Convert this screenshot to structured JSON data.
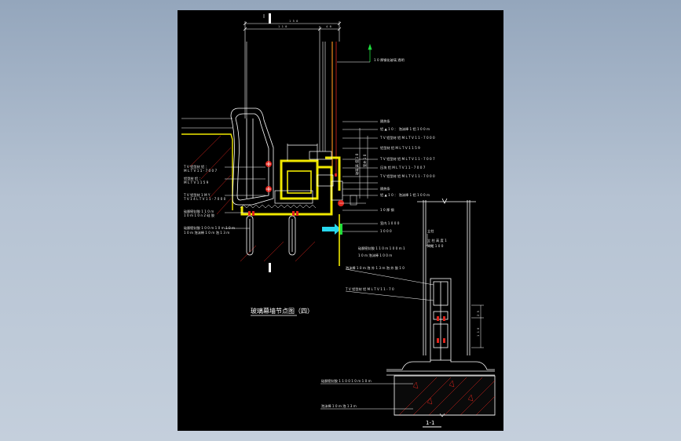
{
  "drawing": {
    "title": "玻璃幕墙节点图（四）",
    "section_label": "1-1",
    "colors": {
      "background": "#000000",
      "line_white": "#ffffff",
      "line_yellow": "#f0e800",
      "line_red": "#e0241c",
      "line_green": "#1edc3c",
      "line_cyan": "#28d8ee",
      "line_orange": "#f08a1c",
      "line_gray": "#9a9a9a"
    },
    "dims": {
      "top_overall": "1 5 0",
      "top_left": "1 1 0",
      "top_right": "4 0",
      "right_a": "2 5",
      "right_b": "1 1 0"
    },
    "labels_left": [
      "T V 铝型材 铝 ：",
      "M L T V 1 1 - 7 0 0 7",
      "铝型材 铝 ：",
      "M L T V 1 1 5 9",
      "T V 铝型材 1 M Y",
      "T V 1 4 L T V 1 1 - 7 0 0 0",
      "硅酮密封胶 1 1 0 m",
      "1 0 m 1 0 n 2 硅 胶",
      "硅酮密封胶 1 0 0 m 1 0 m 1 0 m",
      "1 0 m 泡沫棒 1 0 m 泡 1 3 m"
    ],
    "labels_right": [
      "1 0 厚钢化玻璃 透明",
      "隔热条",
      "铝 ▲ 1 0 ：  泡沫棒 1 铝 1 0 0 m",
      "T V 铝型材 铝 M L T V 1 1 - 7 0 0 0",
      "铝型材 铝 M L T V 1 1 5 9",
      "T V 铝型材 铝 M L T V 1 1 - 7 0 0 7",
      "压块 铝 M L T V 1 1 - 7 0 0 7",
      "T V 铝型材 铝 M L T V 1 1 - 7 0 0 0",
      "隔热条",
      "铝 ▲ 1 0 ：  泡沫棒 1 铝 1 0 0 m",
      "1 0 厚 钢",
      "室内 1 0 0 0",
      "1 0 0 0"
    ],
    "labels_vertical": [
      "玻璃 高 度 1 0",
      "室外 1 0"
    ],
    "labels_section": [
      "立柱",
      "立 柱 高 度 1",
      "间距 1 0 0",
      "硅酮密封胶 1 1 0 m 1 0 0 m 1",
      "1 0 m 泡沫棒 1 0 0 m",
      "泡沫棒 1 0 m 泡 外 1 3 m 泡 外 胶 1 0",
      "T V 铝型材 铝 M L T V 1 1 - 7 0",
      "硅酮密封胶 1 1 0 0 1 0 m 1 0 m",
      "泡沫棒 1 0 m 泡 1 3 m"
    ],
    "labels_section_dims": [
      "2 5",
      "1 1 0"
    ]
  }
}
